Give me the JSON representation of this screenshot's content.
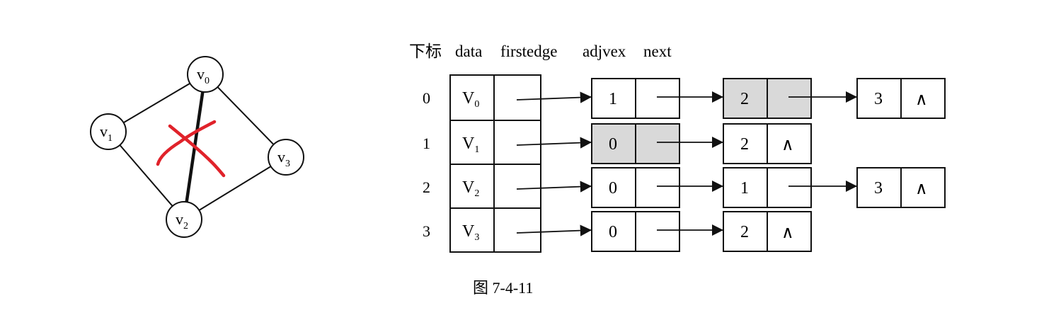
{
  "graph": {
    "vertices": [
      {
        "name": "v",
        "sub": "0"
      },
      {
        "name": "v",
        "sub": "1"
      },
      {
        "name": "v",
        "sub": "2"
      },
      {
        "name": "v",
        "sub": "3"
      }
    ],
    "edges": [
      {
        "from": 0,
        "to": 1,
        "style": "normal"
      },
      {
        "from": 0,
        "to": 3,
        "style": "normal"
      },
      {
        "from": 1,
        "to": 2,
        "style": "normal"
      },
      {
        "from": 2,
        "to": 3,
        "style": "normal"
      },
      {
        "from": 0,
        "to": 2,
        "style": "bold",
        "crossed_out": true
      }
    ],
    "cross_mark_color": "#e0222a"
  },
  "table": {
    "header": {
      "index": "下标",
      "data": "data",
      "firstedge": "firstedge",
      "adjvex": "adjvex",
      "next": "next"
    },
    "rows": [
      {
        "index": "0",
        "data": "V",
        "sub": "0"
      },
      {
        "index": "1",
        "data": "V",
        "sub": "1"
      },
      {
        "index": "2",
        "data": "V",
        "sub": "2"
      },
      {
        "index": "3",
        "data": "V",
        "sub": "3"
      }
    ],
    "adjacency": [
      [
        {
          "adjvex": "1",
          "next": "",
          "shaded": false
        },
        {
          "adjvex": "2",
          "next": "",
          "shaded": true
        },
        {
          "adjvex": "3",
          "next": "∧",
          "shaded": false
        }
      ],
      [
        {
          "adjvex": "0",
          "next": "",
          "shaded": true
        },
        {
          "adjvex": "2",
          "next": "∧",
          "shaded": false
        }
      ],
      [
        {
          "adjvex": "0",
          "next": "",
          "shaded": false
        },
        {
          "adjvex": "1",
          "next": "",
          "shaded": false
        },
        {
          "adjvex": "3",
          "next": "∧",
          "shaded": false
        }
      ],
      [
        {
          "adjvex": "0",
          "next": "",
          "shaded": false
        },
        {
          "adjvex": "2",
          "next": "∧",
          "shaded": false
        }
      ]
    ],
    "shade_color": "#d9d9d9"
  },
  "caption": "图 7-4-11"
}
